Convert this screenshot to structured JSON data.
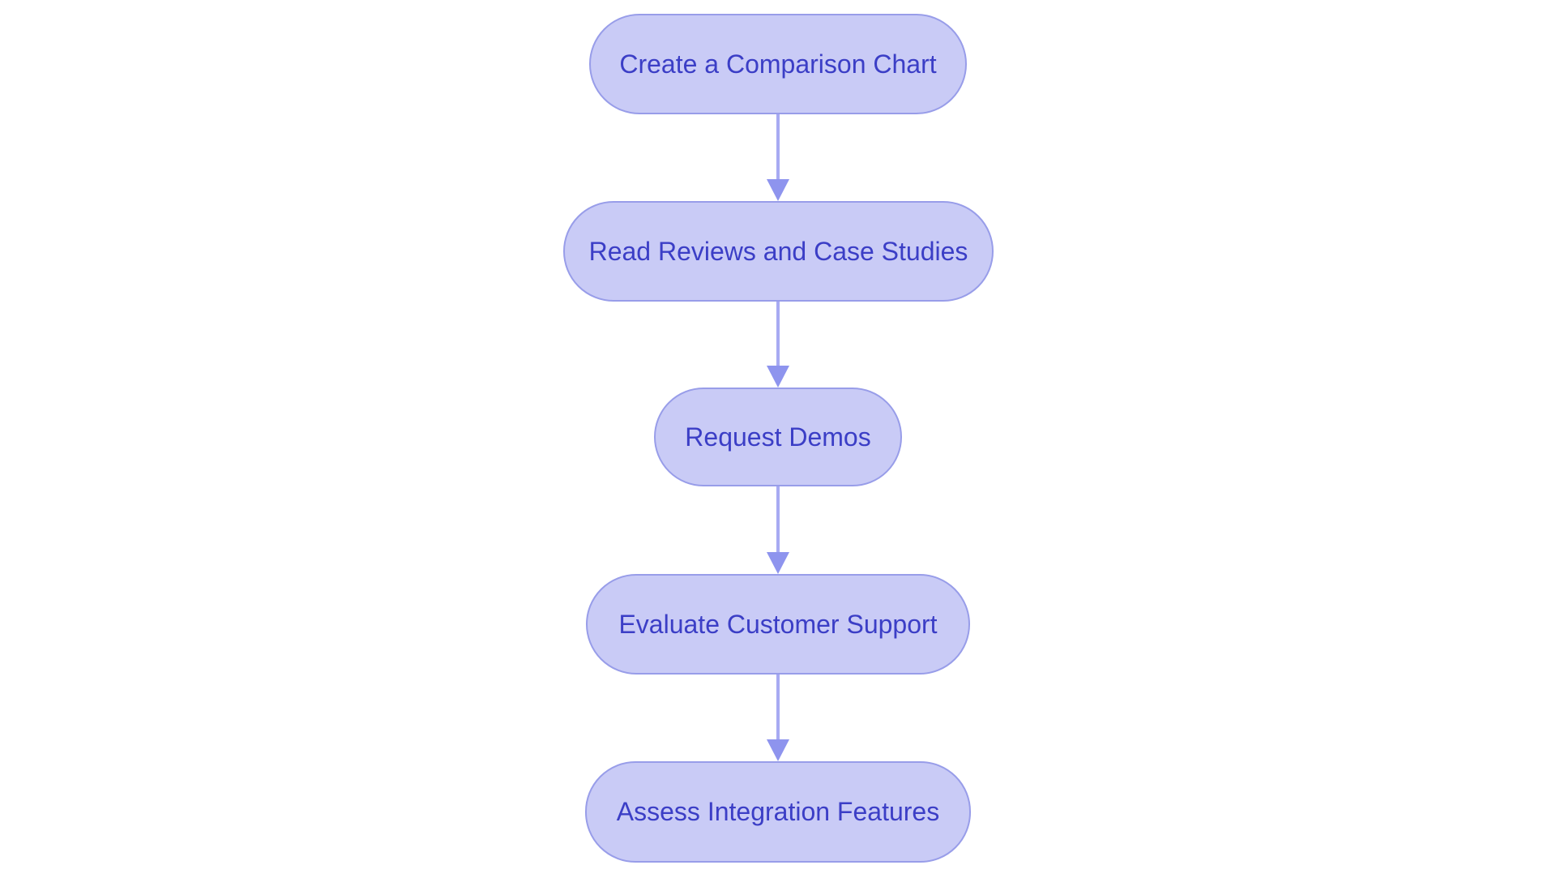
{
  "flowchart": {
    "nodes": [
      {
        "id": "n1",
        "label": "Create a Comparison Chart"
      },
      {
        "id": "n2",
        "label": "Read Reviews and Case Studies"
      },
      {
        "id": "n3",
        "label": "Request Demos"
      },
      {
        "id": "n4",
        "label": "Evaluate Customer Support"
      },
      {
        "id": "n5",
        "label": "Assess Integration Features"
      }
    ],
    "connections": [
      {
        "from": "n1",
        "to": "n2"
      },
      {
        "from": "n2",
        "to": "n3"
      },
      {
        "from": "n3",
        "to": "n4"
      },
      {
        "from": "n4",
        "to": "n5"
      }
    ]
  },
  "theme": {
    "background": "#ffffff",
    "node-fill": "#c9cbf6",
    "node-border": "#989de9",
    "node-text": "#3b3ec6",
    "arrow-line": "#a7aaf3",
    "arrow-head": "#8e94ee"
  }
}
